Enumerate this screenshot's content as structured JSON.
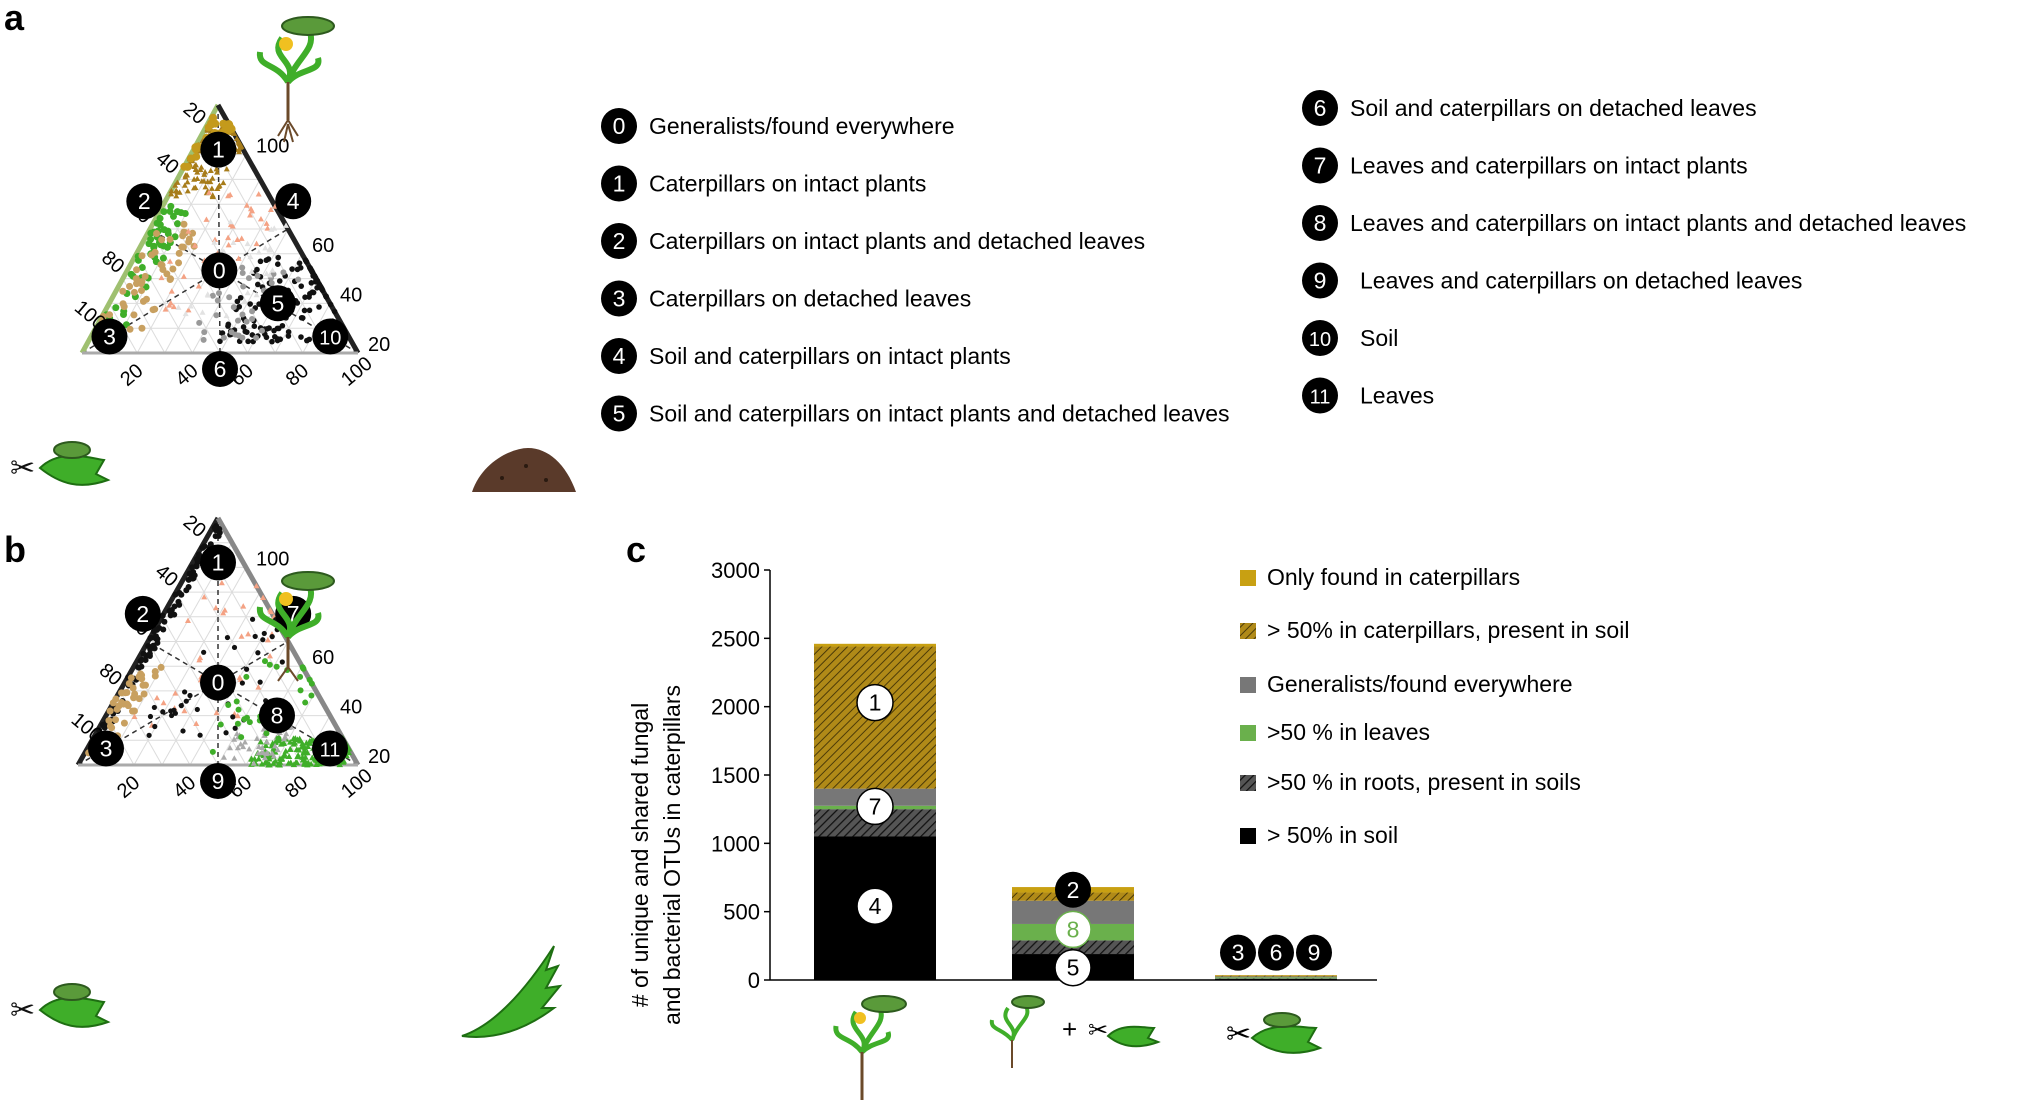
{
  "panel_labels": {
    "a": "a",
    "b": "b",
    "c": "c"
  },
  "ternary_ticks": [
    "20",
    "40",
    "60",
    "80",
    "100"
  ],
  "legend_a": [
    {
      "num": "0",
      "text": "Generalists/found everywhere"
    },
    {
      "num": "1",
      "text": "Caterpillars on intact plants"
    },
    {
      "num": "2",
      "text": "Caterpillars on intact plants and detached leaves"
    },
    {
      "num": "3",
      "text": "Caterpillars on detached leaves"
    },
    {
      "num": "4",
      "text": "Soil and caterpillars on intact plants"
    },
    {
      "num": "5",
      "text": "Soil and caterpillars on intact plants and detached leaves"
    },
    {
      "num": "6",
      "text": "Soil and caterpillars on detached leaves"
    },
    {
      "num": "7",
      "text": "Leaves and caterpillars on intact plants"
    },
    {
      "num": "8",
      "text": "Leaves and caterpillars on intact plants and detached leaves"
    },
    {
      "num": "9",
      "text": "Leaves and caterpillars on detached leaves"
    },
    {
      "num": "10",
      "text": "Soil"
    },
    {
      "num": "11",
      "text": "Leaves"
    }
  ],
  "ternary_a_labels": {
    "center": "0",
    "top": "1",
    "left_edge": "2",
    "bottom_left": "3",
    "right_edge": "4",
    "inner_right": "5",
    "bottom_edge": "6",
    "bottom_right": "10"
  },
  "ternary_b_labels": {
    "center": "0",
    "top": "1",
    "left_edge": "2",
    "bottom_left": "3",
    "right_edge": "7",
    "inner_right": "8",
    "bottom_edge": "9",
    "bottom_right": "11"
  },
  "colors": {
    "caterpillar_gold": "#c49a1c",
    "tan": "#c8a060",
    "salmon": "#f4a284",
    "leaf_green": "#3fae29",
    "soil_black": "#111111",
    "generalist_gray": "#7a7a7a",
    "bright_leaf": "#72b84a"
  },
  "chart_data": {
    "type": "bar",
    "stacked": true,
    "ylabel": "# of unique and shared fungal and bacterial OTUs in caterpillars",
    "ylim": [
      0,
      3000
    ],
    "yticks": [
      0,
      500,
      1000,
      1500,
      2000,
      2500,
      3000
    ],
    "categories": [
      "intact plants",
      "intact plants + detached leaves",
      "detached leaves"
    ],
    "series": [
      {
        "name": "> 50% in soil",
        "color": "#000000",
        "pattern": "solid",
        "values": [
          1050,
          190,
          8
        ]
      },
      {
        "name": ">50 % in roots, present in soils",
        "color": "#333333",
        "pattern": "hatch-dark",
        "values": [
          200,
          100,
          4
        ]
      },
      {
        "name": ">50 % in leaves",
        "color": "#6ab04c",
        "pattern": "solid",
        "values": [
          25,
          120,
          8
        ]
      },
      {
        "name": "Generalists/found everywhere",
        "color": "#777777",
        "pattern": "solid",
        "values": [
          125,
          170,
          6
        ]
      },
      {
        "name": "> 50% in caterpillars, present in soil",
        "color": "#b08a18",
        "pattern": "hatch-gold",
        "values": [
          1040,
          60,
          6
        ]
      },
      {
        "name": "Only found in caterpillars",
        "color": "#c8a012",
        "pattern": "solid",
        "values": [
          20,
          40,
          4
        ]
      }
    ],
    "bar_markers": [
      [
        {
          "label": "4",
          "y": 540,
          "style": "white"
        },
        {
          "label": "7",
          "y": 1270,
          "style": "white"
        },
        {
          "label": "1",
          "y": 2030,
          "style": "white"
        }
      ],
      [
        {
          "label": "5",
          "y": 90,
          "style": "white"
        },
        {
          "label": "8",
          "y": 370,
          "style": "white-green"
        },
        {
          "label": "2",
          "y": 660,
          "style": "black"
        }
      ],
      [
        {
          "label": "3",
          "y": 200,
          "style": "black"
        },
        {
          "label": "6",
          "y": 200,
          "style": "black"
        },
        {
          "label": "9",
          "y": 200,
          "style": "black"
        }
      ]
    ],
    "x_icon_labels": [
      "",
      "+",
      ""
    ]
  }
}
